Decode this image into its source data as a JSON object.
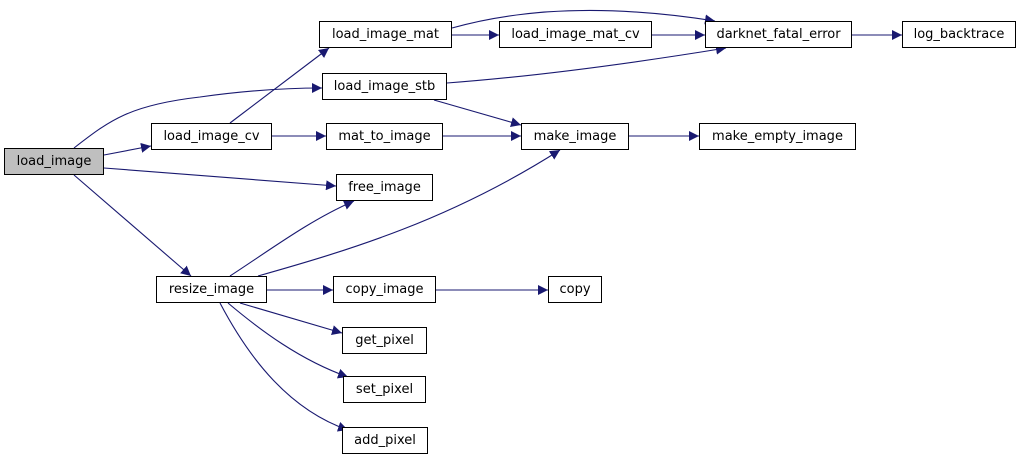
{
  "colors": {
    "edge": "#191970",
    "node_border": "#000000",
    "root_fill": "#bfbfbf",
    "node_fill": "#ffffff"
  },
  "nodes": {
    "load_image": "load_image",
    "load_image_cv": "load_image_cv",
    "load_image_mat": "load_image_mat",
    "load_image_stb": "load_image_stb",
    "load_image_mat_cv": "load_image_mat_cv",
    "darknet_fatal_error": "darknet_fatal_error",
    "log_backtrace": "log_backtrace",
    "mat_to_image": "mat_to_image",
    "make_image": "make_image",
    "make_empty_image": "make_empty_image",
    "free_image": "free_image",
    "resize_image": "resize_image",
    "copy_image": "copy_image",
    "copy": "copy",
    "get_pixel": "get_pixel",
    "set_pixel": "set_pixel",
    "add_pixel": "add_pixel"
  },
  "edges": [
    [
      "load_image",
      "load_image_cv"
    ],
    [
      "load_image",
      "load_image_stb"
    ],
    [
      "load_image",
      "free_image"
    ],
    [
      "load_image",
      "resize_image"
    ],
    [
      "load_image_cv",
      "load_image_mat"
    ],
    [
      "load_image_cv",
      "mat_to_image"
    ],
    [
      "load_image_mat",
      "load_image_mat_cv"
    ],
    [
      "load_image_mat",
      "darknet_fatal_error"
    ],
    [
      "load_image_mat_cv",
      "darknet_fatal_error"
    ],
    [
      "load_image_stb",
      "darknet_fatal_error"
    ],
    [
      "load_image_stb",
      "make_image"
    ],
    [
      "darknet_fatal_error",
      "log_backtrace"
    ],
    [
      "mat_to_image",
      "make_image"
    ],
    [
      "make_image",
      "make_empty_image"
    ],
    [
      "resize_image",
      "make_image"
    ],
    [
      "resize_image",
      "free_image"
    ],
    [
      "resize_image",
      "copy_image"
    ],
    [
      "resize_image",
      "get_pixel"
    ],
    [
      "resize_image",
      "set_pixel"
    ],
    [
      "resize_image",
      "add_pixel"
    ],
    [
      "copy_image",
      "copy"
    ]
  ]
}
